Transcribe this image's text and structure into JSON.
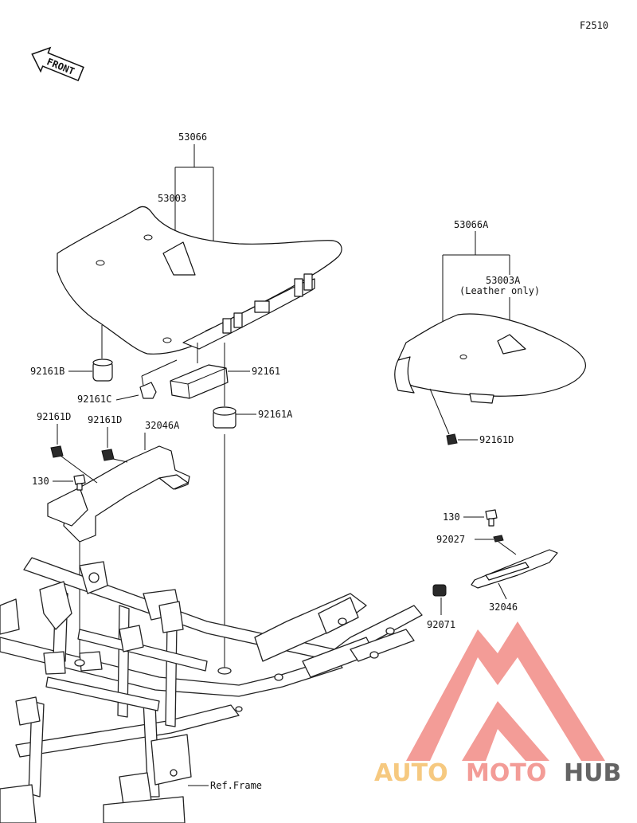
{
  "page_code": "F2510",
  "front_marker": "FRONT",
  "labels": {
    "p53066": "53066",
    "p53003": "53003",
    "p53066A": "53066A",
    "p53003A": "53003A",
    "p53003A_note": "(Leather only)",
    "p92161": "92161",
    "p92161A": "92161A",
    "p92161B": "92161B",
    "p92161C": "92161C",
    "p92161D_1": "92161D",
    "p92161D_2": "92161D",
    "p92161D_3": "92161D",
    "p32046A": "32046A",
    "p130_1": "130",
    "p130_2": "130",
    "p92027": "92027",
    "p32046": "32046",
    "p92071": "92071",
    "ref_frame": "Ref.Frame"
  },
  "watermark": {
    "part1": "AUTO",
    "part2": "MOTO",
    "part3": "HUB",
    "color1": "#f5c06a",
    "color2": "#f28b86",
    "color3": "#4a4a4a",
    "logo_color": "#f28b86"
  }
}
